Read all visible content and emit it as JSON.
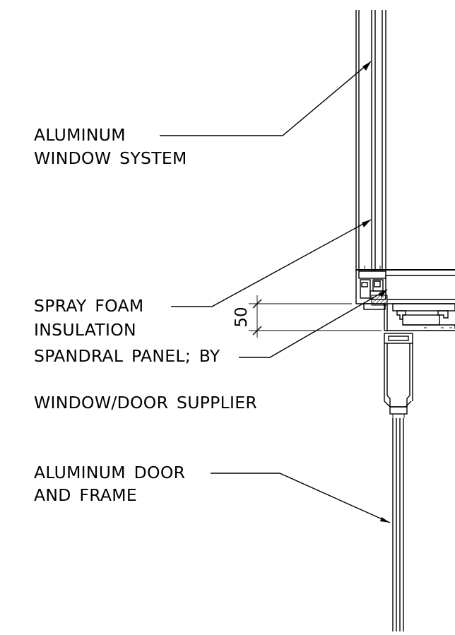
{
  "labels": {
    "window_line1": "ALUMINUM",
    "window_line2": "WINDOW SYSTEM",
    "foam_line1": "SPRAY FOAM",
    "foam_line2": "INSULATION",
    "spandrel_line1": "SPANDRAL PANEL; BY",
    "spandrel_line2": "WINDOW/DOOR SUPPLIER",
    "door_line1": "ALUMINUM DOOR",
    "door_line2": "AND FRAME"
  },
  "dimension": {
    "value": "50"
  },
  "colors": {
    "ink": "#000000",
    "background": "#ffffff",
    "hatch": "#000000"
  }
}
